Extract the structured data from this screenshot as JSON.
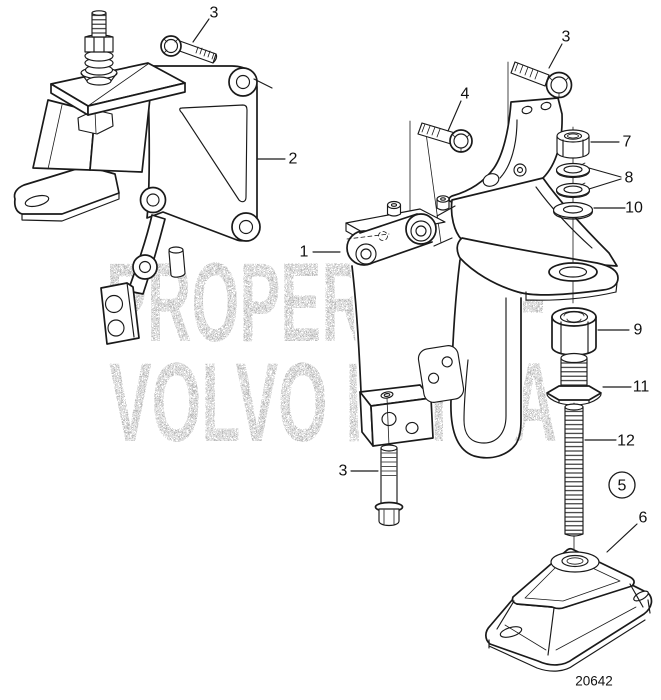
{
  "document": {
    "drawing_number": "20642",
    "background_color": "#ffffff",
    "line_color": "#1a1a1a",
    "watermark": {
      "line1": "PROPERTY OF",
      "line2": "VOLVO PENTA",
      "color": "#bcbcbc"
    }
  },
  "callouts": {
    "c1": {
      "label": "1"
    },
    "c2": {
      "label": "2"
    },
    "c3a": {
      "label": "3"
    },
    "c3b": {
      "label": "3"
    },
    "c3c": {
      "label": "3"
    },
    "c4": {
      "label": "4"
    },
    "c5_circled": {
      "label": "5"
    },
    "c6": {
      "label": "6"
    },
    "c7": {
      "label": "7"
    },
    "c8": {
      "label": "8"
    },
    "c9": {
      "label": "9"
    },
    "c10": {
      "label": "10"
    },
    "c11": {
      "label": "11"
    },
    "c12": {
      "label": "12"
    }
  }
}
